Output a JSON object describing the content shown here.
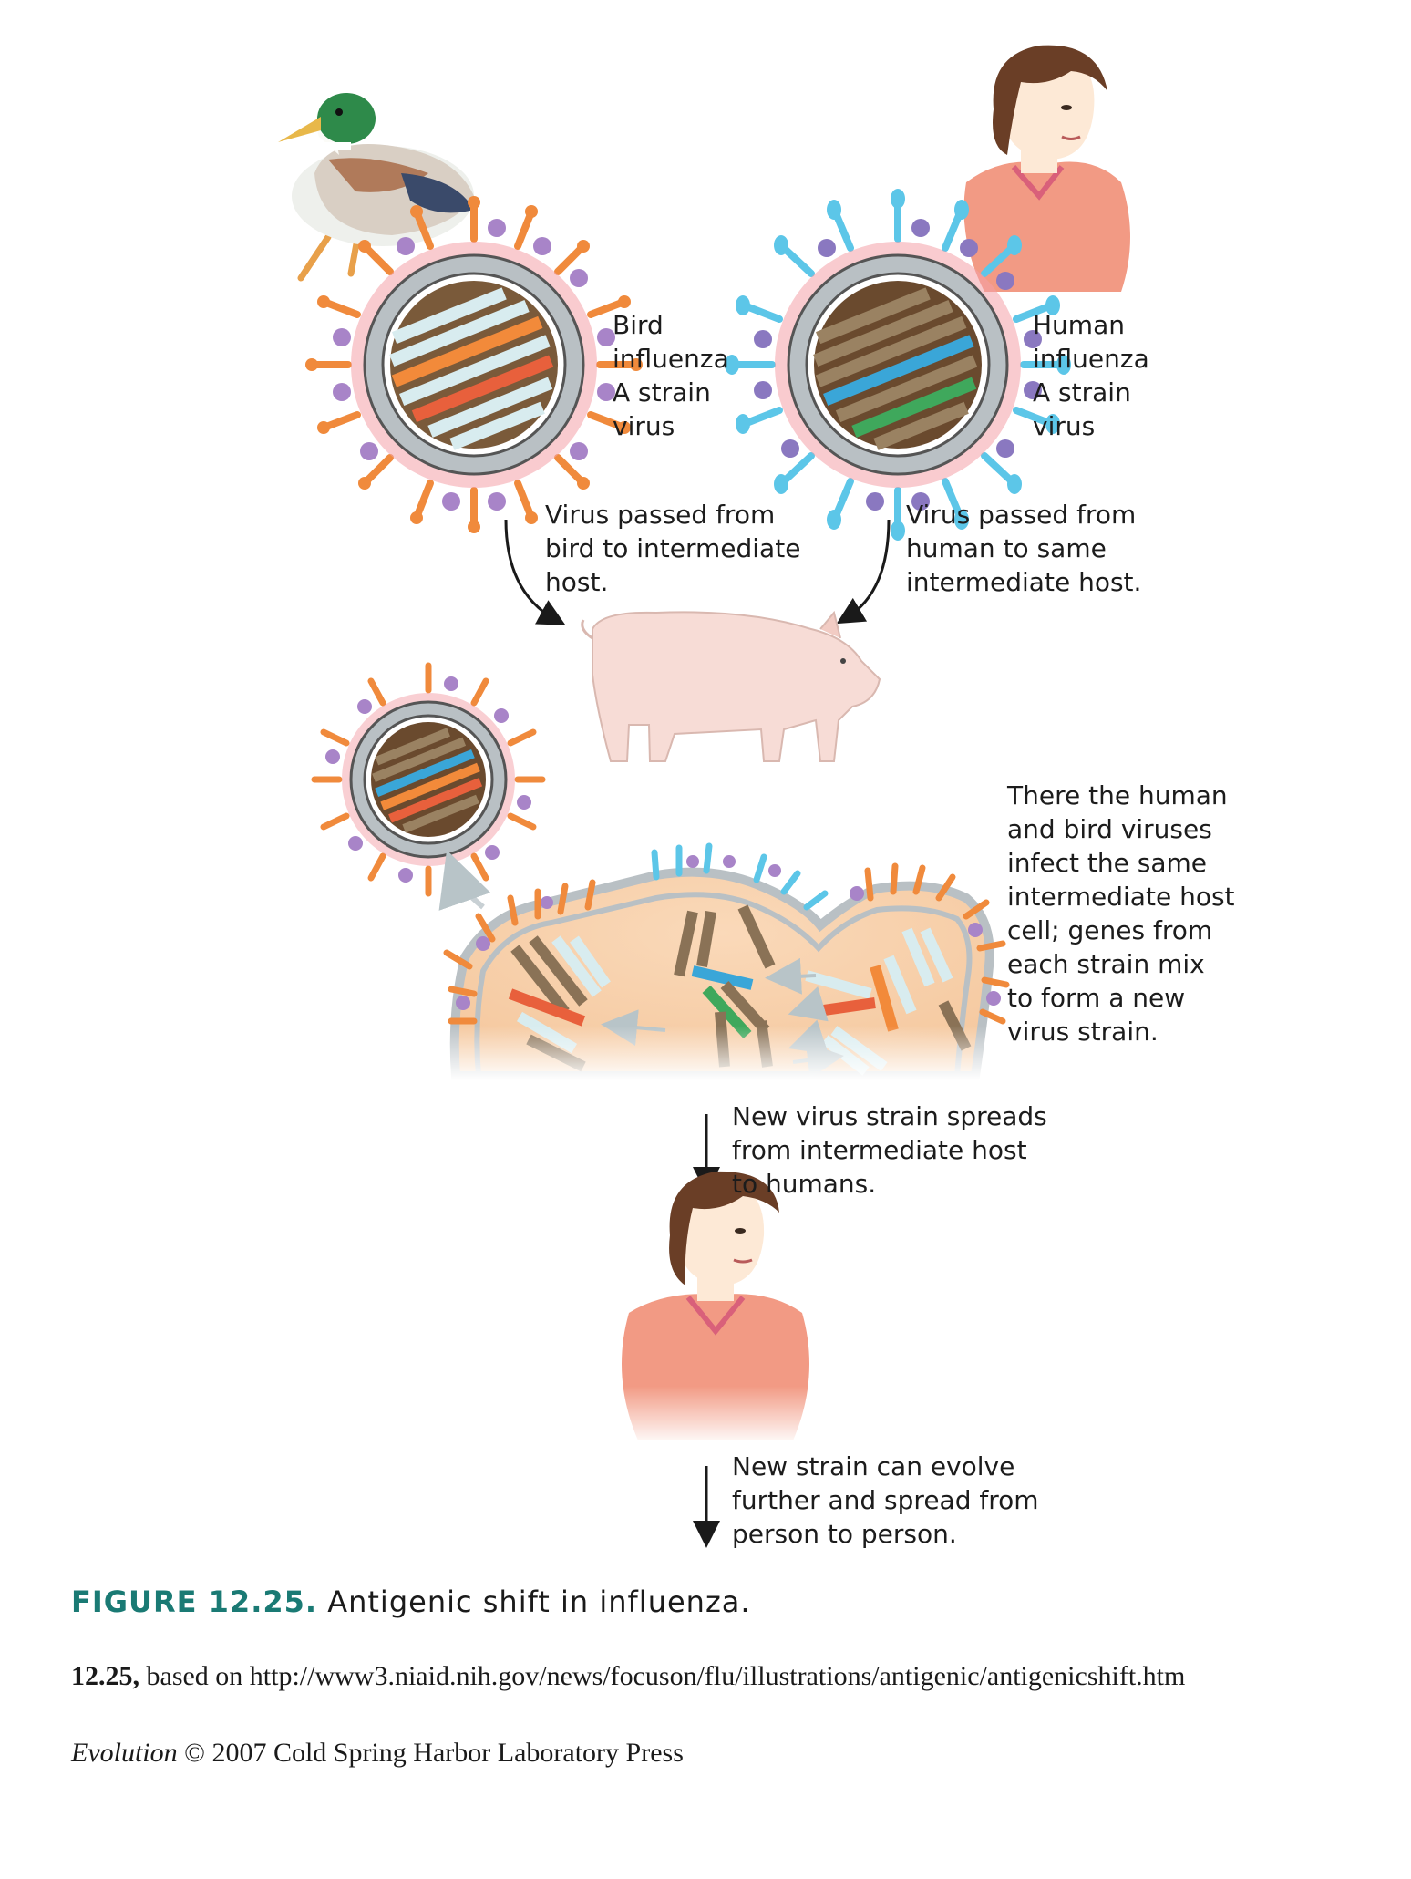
{
  "labels": {
    "bird_virus": [
      "Bird",
      "influenza",
      "A strain",
      "virus"
    ],
    "human_virus": [
      "Human",
      "influenza",
      "A strain",
      "virus"
    ],
    "bird_passed": [
      "Virus passed from",
      "bird to intermediate",
      "host."
    ],
    "human_passed": [
      "Virus passed from",
      "human to same",
      "intermediate host."
    ],
    "mixing": [
      "There the human",
      "and bird viruses",
      "infect the same",
      "intermediate host",
      "cell; genes from",
      "each strain mix",
      "to form a new",
      "virus strain."
    ],
    "spreads": [
      "New virus strain spreads",
      "from intermediate host",
      "to humans."
    ],
    "evolve": [
      "New strain can evolve",
      "further and spread from",
      "person to person."
    ]
  },
  "caption": {
    "figure_label": "FIGURE 12.25.",
    "figure_text": "Antigenic shift in influenza."
  },
  "credits": {
    "source_label": "12.25,",
    "source_text": "based on http://www3.niaid.nih.gov/news/focuson/flu/illustrations/antigenic/antigenicshift.htm",
    "book_title": "Evolution",
    "copyright": "© 2007 Cold Spring Harbor Laboratory Press"
  },
  "colors": {
    "caption_accent": "#1a7a74",
    "bird_spike": "#f08a3c",
    "human_spike": "#5cc6e8",
    "na_purple": "#a884c8",
    "gene_orange": "#f28a3a",
    "gene_blue": "#3aa6d8",
    "gene_green": "#3fa85c",
    "gene_red": "#e8603c",
    "gene_white": "#d8ecef",
    "gene_brown": "#8a7256",
    "skin": "#fde9d6",
    "shirt": "#f29a84",
    "pig": "#f7dcd6"
  }
}
